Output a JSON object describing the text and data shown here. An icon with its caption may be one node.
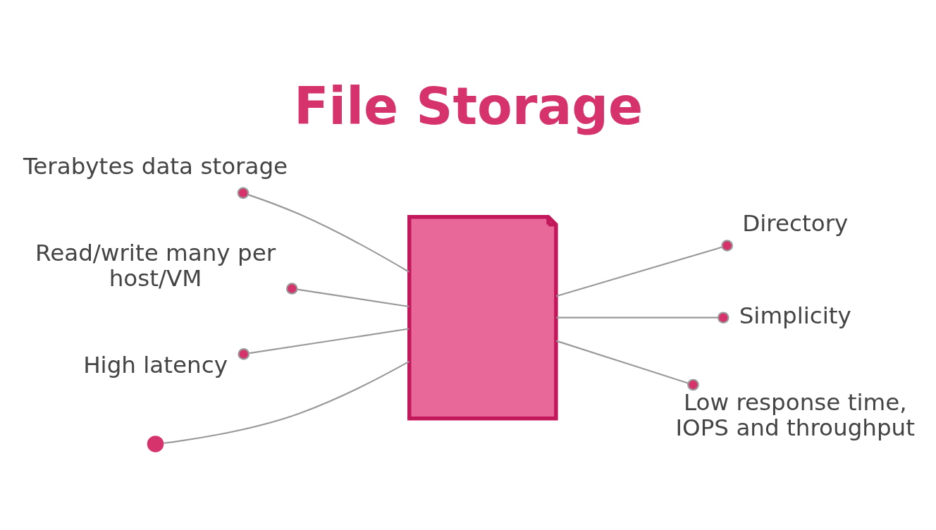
{
  "diagram": {
    "title": "File Storage",
    "nodes": [
      {
        "text": [],
        "shape": "picture"
      },
      {
        "text": [
          "Terabytes data storage"
        ]
      },
      {
        "text": [
          "Directory"
        ]
      },
      {
        "text": [
          "Read/write many per host/VM"
        ]
      },
      {
        "text": [
          "Simplicity"
        ]
      },
      {
        "text": [
          "High latency"
        ]
      },
      {
        "text": [
          "Low response time, IOPS and throughput"
        ]
      },
      {
        "text": [],
        "shape": "circle"
      }
    ],
    "edges": [
      {
        "from": 1,
        "to": 0,
        "arrow": "other"
      },
      {
        "from": 2,
        "to": 0,
        "arrow": "other"
      },
      {
        "from": 3,
        "to": 0,
        "arrow": "other"
      },
      {
        "from": 4,
        "to": 0,
        "arrow": "other"
      },
      {
        "from": 5,
        "to": 0,
        "arrow": "other"
      },
      {
        "from": 6,
        "to": 0,
        "arrow": "other"
      },
      {
        "from": 7,
        "to": 0,
        "arrow": "none"
      }
    ]
  }
}
